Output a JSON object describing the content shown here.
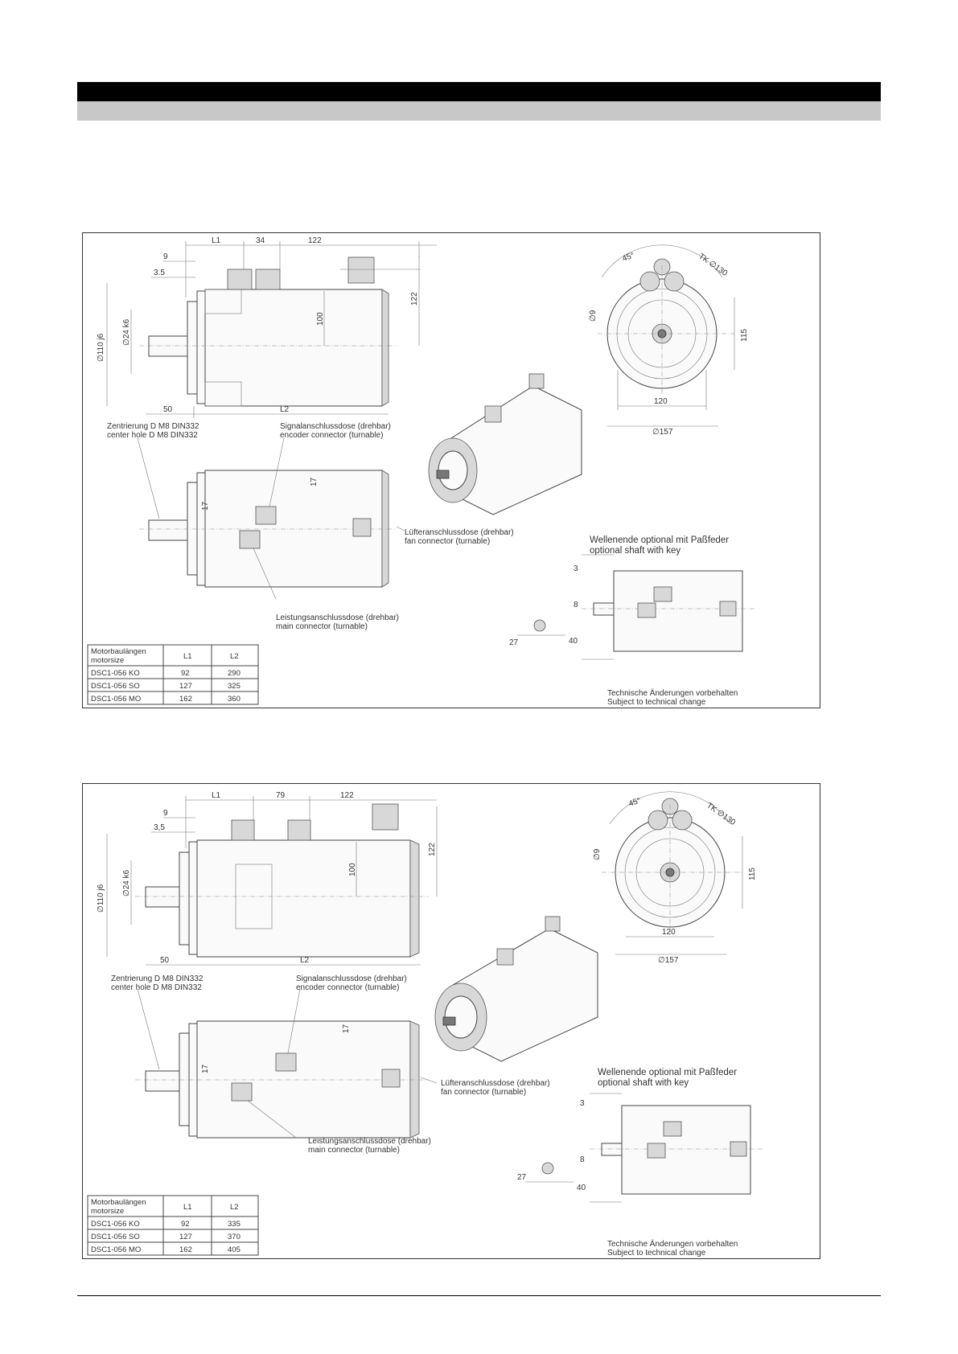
{
  "drawings": [
    {
      "dims": {
        "l1": "L1",
        "d34": "34",
        "d122top": "122",
        "d9": "9",
        "d35": "3.5",
        "d100": "100",
        "d122side": "122",
        "dia110": "∅110 j6",
        "dia24": "∅24 k6",
        "d50": "50",
        "l2": "L2",
        "d17a": "17",
        "d17b": "17",
        "deg45": "45°",
        "tk": "TK ∅130",
        "dia9": "∅9",
        "d115": "115",
        "d120": "120",
        "dia157": "∅157",
        "d3": "3",
        "d8": "8",
        "d27": "27",
        "d40": "40"
      },
      "notes": {
        "center_de": "Zentrierung D M8 DIN332",
        "center_en": "center hole D M8 DIN332",
        "signal_de": "Signalanschlussdose (drehbar)",
        "signal_en": "encoder connector (turnable)",
        "fan_de": "Lüfteranschlussdose (drehbar)",
        "fan_en": "fan connector (turnable)",
        "power_de": "Leistungsanschlussdose (drehbar)",
        "power_en": "main connector (turnable)",
        "shaft_de": "Wellenende optional mit Paßfeder",
        "shaft_en": "optional shaft with key",
        "change_de": "Technische Änderungen vorbehalten",
        "change_en": "Subject to technical change"
      },
      "table": {
        "header": [
          "Motorbaulängen",
          "motorsize"
        ],
        "cols": [
          "L1",
          "L2"
        ],
        "rows": [
          [
            "DSC1-056 KO",
            "92",
            "290"
          ],
          [
            "DSC1-056 SO",
            "127",
            "325"
          ],
          [
            "DSC1-056 MO",
            "162",
            "360"
          ]
        ]
      }
    },
    {
      "dims": {
        "l1": "L1",
        "d34": "79",
        "d122top": "122",
        "d9": "9",
        "d35": "3,5",
        "d100": "100",
        "d122side": "122",
        "dia110": "∅110 j6",
        "dia24": "∅24 k6",
        "d50": "50",
        "l2": "L2",
        "d17a": "17",
        "d17b": "17",
        "deg45": "45°",
        "tk": "TK ∅130",
        "dia9": "∅9",
        "d115": "115",
        "d120": "120",
        "dia157": "∅157",
        "d3": "3",
        "d8": "8",
        "d27": "27",
        "d40": "40"
      },
      "notes": {
        "center_de": "Zentrierung D M8 DIN332",
        "center_en": "center hole D M8 DIN332",
        "signal_de": "Signalanschlussdose (drehbar)",
        "signal_en": "encoder connector (turnable)",
        "fan_de": "Lüfteranschlussdose (drehbar)",
        "fan_en": "fan connector (turnable)",
        "power_de": "Leistungsanschlussdose (drehbar)",
        "power_en": "main connector (turnable)",
        "shaft_de": "Wellenende optional mit Paßfeder",
        "shaft_en": "optional shaft with key",
        "change_de": "Technische Änderungen vorbehalten",
        "change_en": "Subject to technical change"
      },
      "table": {
        "header": [
          "Motorbaulängen",
          "motorsize"
        ],
        "cols": [
          "L1",
          "L2"
        ],
        "rows": [
          [
            "DSC1-056 KO",
            "92",
            "335"
          ],
          [
            "DSC1-056 SO",
            "127",
            "370"
          ],
          [
            "DSC1-056 MO",
            "162",
            "405"
          ]
        ]
      }
    }
  ]
}
